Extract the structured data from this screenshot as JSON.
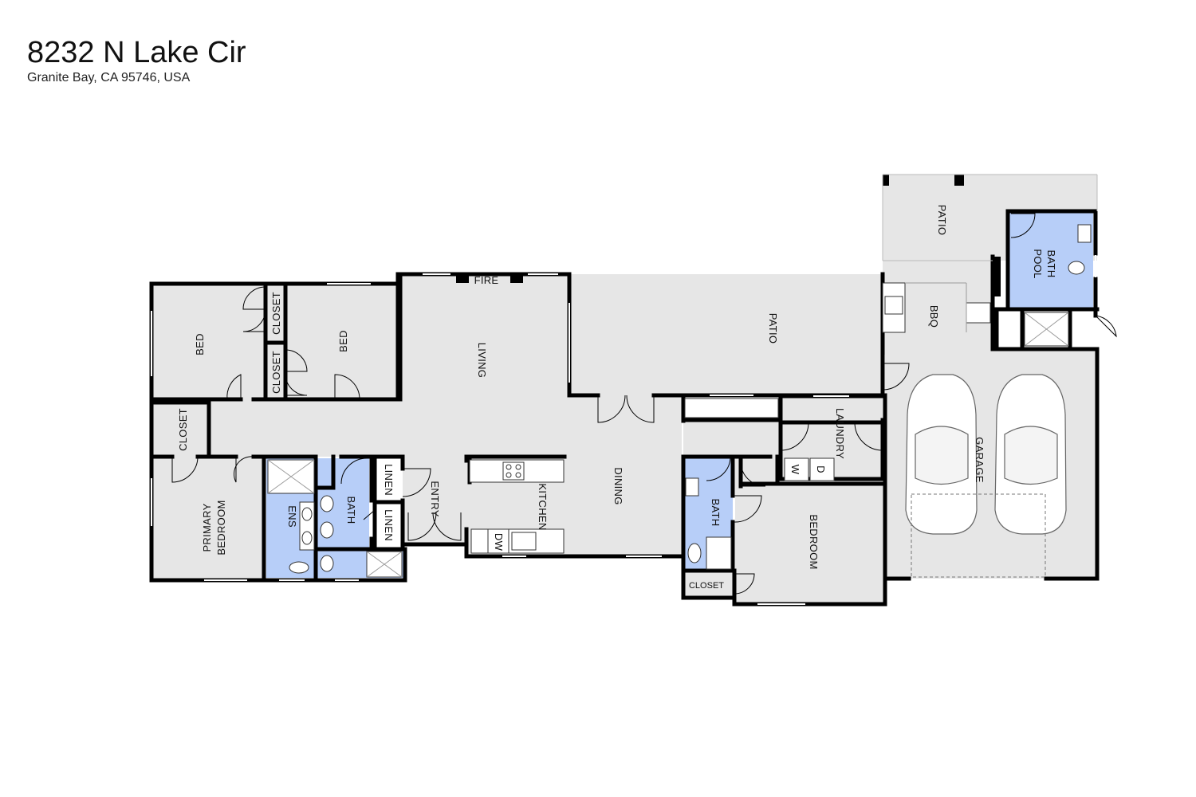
{
  "address": {
    "street": "8232 N Lake Cir",
    "city_line": "Granite Bay, CA 95746, USA"
  },
  "colors": {
    "room_fill": "#e6e6e6",
    "bath_fill": "#b7cef8",
    "wall": "#000000",
    "background": "#ffffff"
  },
  "rooms": {
    "bed_left": "BED",
    "bed_right": "BED",
    "closet_upper": "CLOSET",
    "closet_lower": "CLOSET",
    "closet_primary": "CLOSET",
    "primary_bedroom_line1": "PRIMARY",
    "primary_bedroom_line2": "BEDROOM",
    "ensuite": "ENS",
    "bath_hall": "BATH",
    "linen_upper": "LINEN",
    "linen_lower": "LINEN",
    "entry": "ENTRY",
    "living": "LIVING",
    "fire": "FIRE",
    "kitchen": "KITCHEN",
    "dishwasher": "DW",
    "dining": "DINING",
    "patio_main": "PATIO",
    "patio_upper": "PATIO",
    "bbq": "BBQ",
    "pool_bath_line1": "POOL",
    "pool_bath_line2": "BATH",
    "laundry": "LAUNDRY",
    "washer": "W",
    "dryer": "D",
    "bath_guest": "BATH",
    "closet_guest": "CLOSET",
    "bedroom": "BEDROOM",
    "garage": "GARAGE"
  }
}
